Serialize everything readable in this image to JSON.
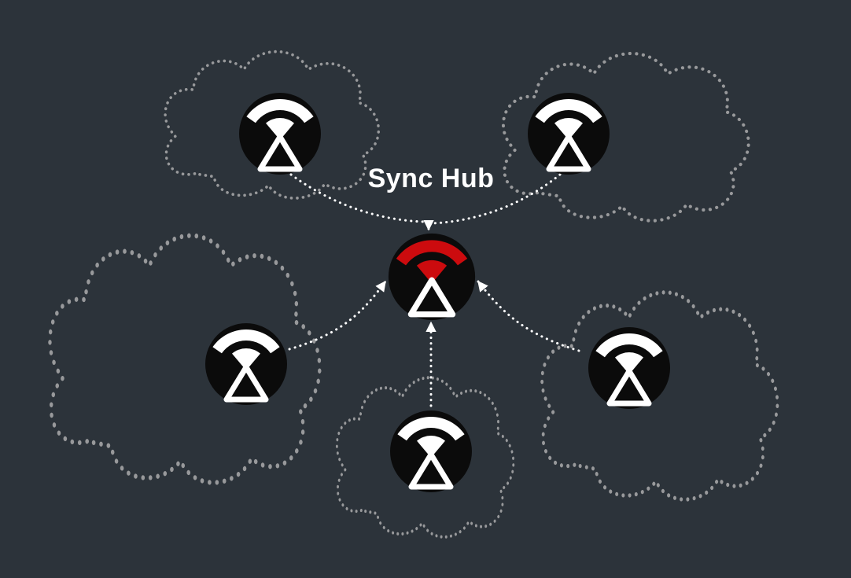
{
  "diagram": {
    "title": "Sync Hub",
    "type": "hub-and-spoke sync topology",
    "colors": {
      "background": "#2c333a",
      "cloud_dots": "#98999b",
      "arrow": "#ffffff",
      "node_circle": "#0b0b0b",
      "node_glyph": "#ffffff",
      "hub_accent": "#cc0b0e",
      "title_text": "#ffffff"
    },
    "hub": {
      "id": "sync-hub",
      "icon": "wifi-beacon-icon",
      "accent": "red",
      "arrows_in": 5
    },
    "devices": [
      {
        "id": "device-top-left",
        "icon": "wifi-beacon-icon",
        "in_cloud": true
      },
      {
        "id": "device-top-right",
        "icon": "wifi-beacon-icon",
        "in_cloud": true
      },
      {
        "id": "device-mid-left",
        "icon": "wifi-beacon-icon",
        "in_cloud": true
      },
      {
        "id": "device-mid-right",
        "icon": "wifi-beacon-icon",
        "in_cloud": true
      },
      {
        "id": "device-bottom",
        "icon": "wifi-beacon-icon",
        "in_cloud": true
      }
    ]
  }
}
